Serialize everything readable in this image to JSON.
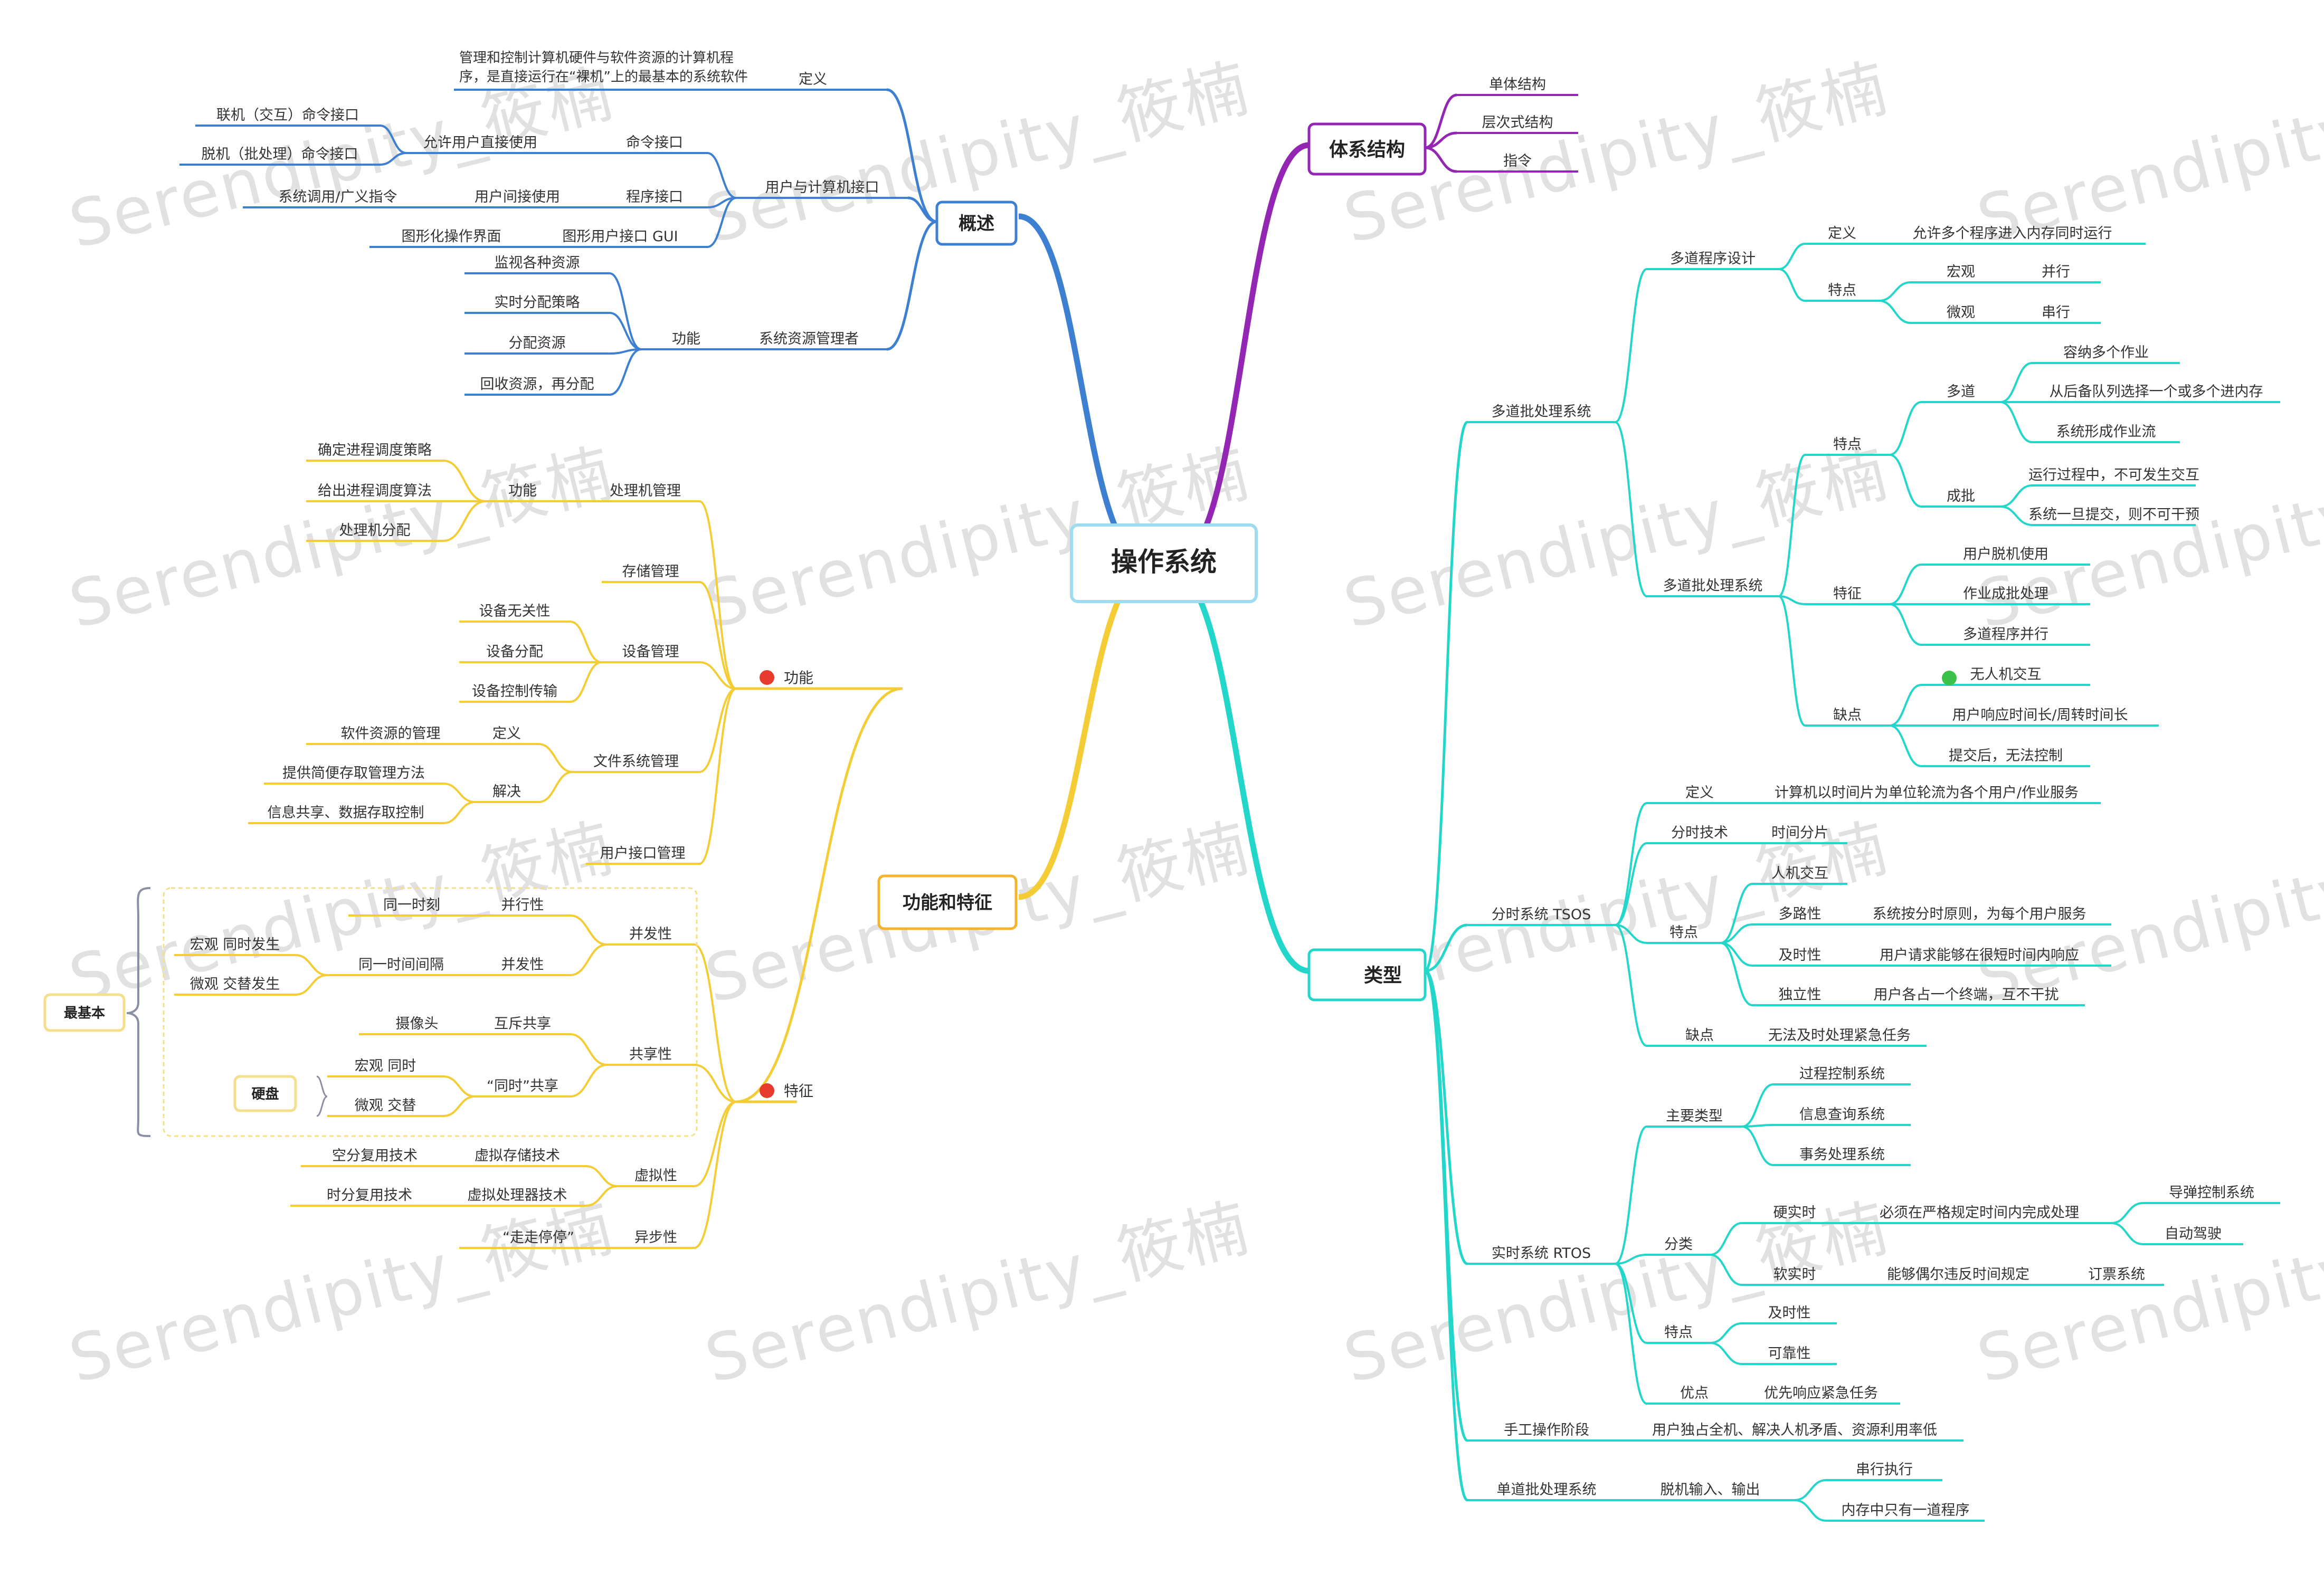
{
  "central": {
    "title": "操作系统"
  },
  "watermark": "Serendipity_筱楠",
  "branches": {
    "overview": {
      "label": "概述",
      "color": "#3d7fd1",
      "definition": {
        "label": "定义",
        "line1": "管理和控制计算机硬件与软件资源的计算机程",
        "line2": "序，是直接运行在“裸机”上的最基本的系统软件"
      },
      "interface": {
        "label": "用户与计算机接口",
        "command": {
          "label": "命令接口",
          "direct": "允许用户直接使用",
          "online": "联机（交互）命令接口",
          "offline": "脱机（批处理）命令接口"
        },
        "program": {
          "label": "程序接口",
          "indirect": "用户间接使用",
          "syscall": "系统调用/广义指令"
        },
        "gui": {
          "label": "图形用户接口  GUI",
          "desc": "图形化操作界面"
        }
      },
      "manager": {
        "label": "系统资源管理者",
        "func": "功能",
        "items": [
          "监视各种资源",
          "实时分配策略",
          "分配资源",
          "回收资源，再分配"
        ]
      }
    },
    "structure": {
      "label": "体系结构",
      "color": "#9326b3",
      "items": [
        "单体结构",
        "层次式结构",
        "指令"
      ]
    },
    "features": {
      "label": "功能和特征",
      "color": "#f4cd36",
      "func": {
        "label": "功能",
        "cpu": {
          "label": "处理机管理",
          "func": "功能",
          "items": [
            "确定进程调度策略",
            "给出进程调度算法",
            "处理机分配"
          ]
        },
        "storage": "存储管理",
        "device": {
          "label": "设备管理",
          "items": [
            "设备无关性",
            "设备分配",
            "设备控制传输"
          ]
        },
        "fs": {
          "label": "文件系统管理",
          "def": "定义",
          "def_desc": "软件资源的管理",
          "solve": "解决",
          "solve_items": [
            "提供简便存取管理方法",
            "信息共享、数据存取控制"
          ]
        },
        "ui": "用户接口管理"
      },
      "traits": {
        "label": "特征",
        "concurrency": {
          "label": "并发性",
          "parallel": "并行性",
          "parallel_desc": "同一时刻",
          "concur": "并发性",
          "concur_desc": "同一时间间隔"
        },
        "macro": "宏观 同时发生",
        "micro": "微观 交替发生",
        "basic": "最基本",
        "sharing": {
          "label": "共享性",
          "mutex": "互斥共享",
          "camera": "摄像头",
          "simul": "“同时”共享",
          "macro": "宏观  同时",
          "micro": "微观  交替",
          "disk": "硬盘"
        },
        "virtual": {
          "label": "虚拟性",
          "vmem": "虚拟存储技术",
          "space": "空分复用技术",
          "vcpu": "虚拟处理器技术",
          "time": "时分复用技术"
        },
        "async": {
          "label": "异步性",
          "desc": "“走走停停”"
        }
      }
    },
    "types": {
      "label": "类型",
      "color": "#22d7c9",
      "multi": {
        "label": "多道批处理系统",
        "design": {
          "label": "多道程序设计",
          "def": "定义",
          "def_desc": "允许多个程序进入内存同时运行",
          "feat": "特点",
          "macro": "宏观",
          "macro_v": "并行",
          "micro": "微观",
          "micro_v": "串行"
        },
        "batch": {
          "label": "多道批处理系统",
          "feat": "特点",
          "multi": "多道",
          "multi_items": [
            "容纳多个作业",
            "从后备队列选择一个或多个进内存",
            "系统形成作业流"
          ],
          "batch": "成批",
          "batch_items": [
            "运行过程中，不可发生交互",
            "系统一旦提交，则不可干预"
          ],
          "trait": "特征",
          "trait_items": [
            "用户脱机使用",
            "作业成批处理",
            "多道程序并行"
          ],
          "cons": "缺点",
          "cons_items": [
            "无人机交互",
            "用户响应时间长/周转时间长",
            "提交后，无法控制"
          ]
        }
      },
      "tsos": {
        "label": "分时系统 TSOS",
        "def": "定义",
        "def_desc": "计算机以时间片为单位轮流为各个用户/作业服务",
        "tech": "分时技术",
        "tech_desc": "时间分片",
        "feat": "特点",
        "interact": "人机交互",
        "multi": "多路性",
        "multi_desc": "系统按分时原则，为每个用户服务",
        "timely": "及时性",
        "timely_desc": "用户请求能够在很短时间内响应",
        "indep": "独立性",
        "indep_desc": "用户各占一个终端，互不干扰",
        "cons": "缺点",
        "cons_desc": "无法及时处理紧急任务"
      },
      "rtos": {
        "label": "实时系统 RTOS",
        "main": "主要类型",
        "main_items": [
          "过程控制系统",
          "信息查询系统",
          "事务处理系统"
        ],
        "class": "分类",
        "hard": "硬实时",
        "hard_desc": "必须在严格规定时间内完成处理",
        "hard_items": [
          "导弹控制系统",
          "自动驾驶"
        ],
        "soft": "软实时",
        "soft_desc": "能够偶尔违反时间规定",
        "soft_item": "订票系统",
        "feat": "特点",
        "feat_items": [
          "及时性",
          "可靠性"
        ],
        "adv": "优点",
        "adv_desc": "优先响应紧急任务"
      },
      "manual": {
        "label": "手工操作阶段",
        "desc": "用户独占全机、解决人机矛盾、资源利用率低"
      },
      "single": {
        "label": "单道批处理系统",
        "io": "脱机输入、输出",
        "items": [
          "串行执行",
          "内存中只有一道程序"
        ]
      }
    }
  },
  "colors": {
    "red_dot": "#e63b2e",
    "green_dot": "#3cc24a",
    "gray": "#8a8fa3"
  }
}
